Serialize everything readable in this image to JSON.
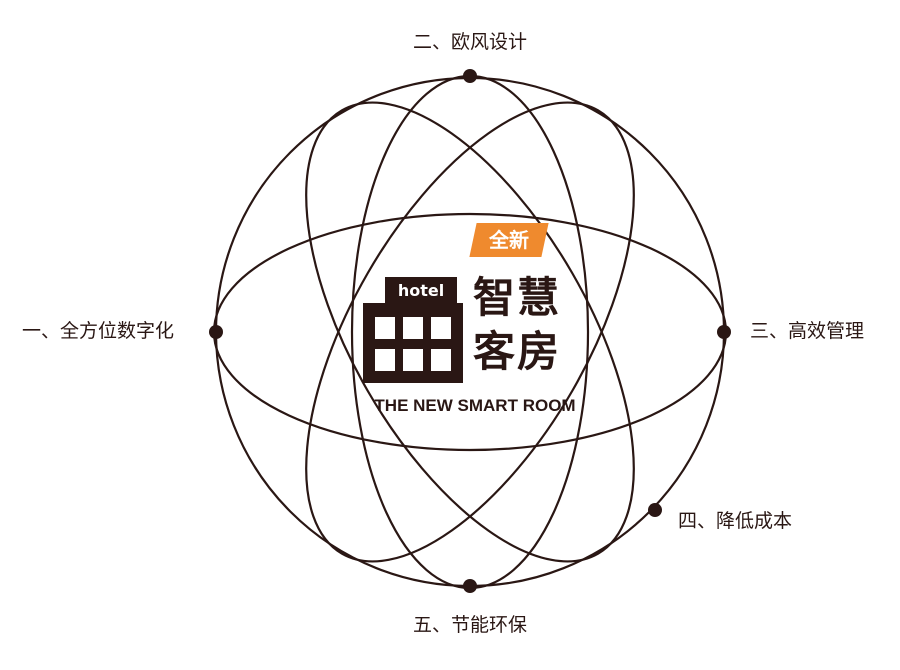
{
  "colors": {
    "line": "#2a1714",
    "accent": "#ef8a2e",
    "text": "#2a1714",
    "background": "#ffffff"
  },
  "nodes": [
    {
      "id": "top",
      "label": "二、欧风设计"
    },
    {
      "id": "left",
      "label": "一、全方位数字化"
    },
    {
      "id": "right",
      "label": "三、高效管理"
    },
    {
      "id": "lower-right",
      "label": "四、降低成本"
    },
    {
      "id": "bottom",
      "label": "五、节能环保"
    }
  ],
  "logo": {
    "badge": "全新",
    "hotel_word": "hotel",
    "title_line1": "智慧",
    "title_line2": "客房",
    "subtitle": "THE NEW SMART ROOM",
    "icon": "hotel-building-icon"
  }
}
